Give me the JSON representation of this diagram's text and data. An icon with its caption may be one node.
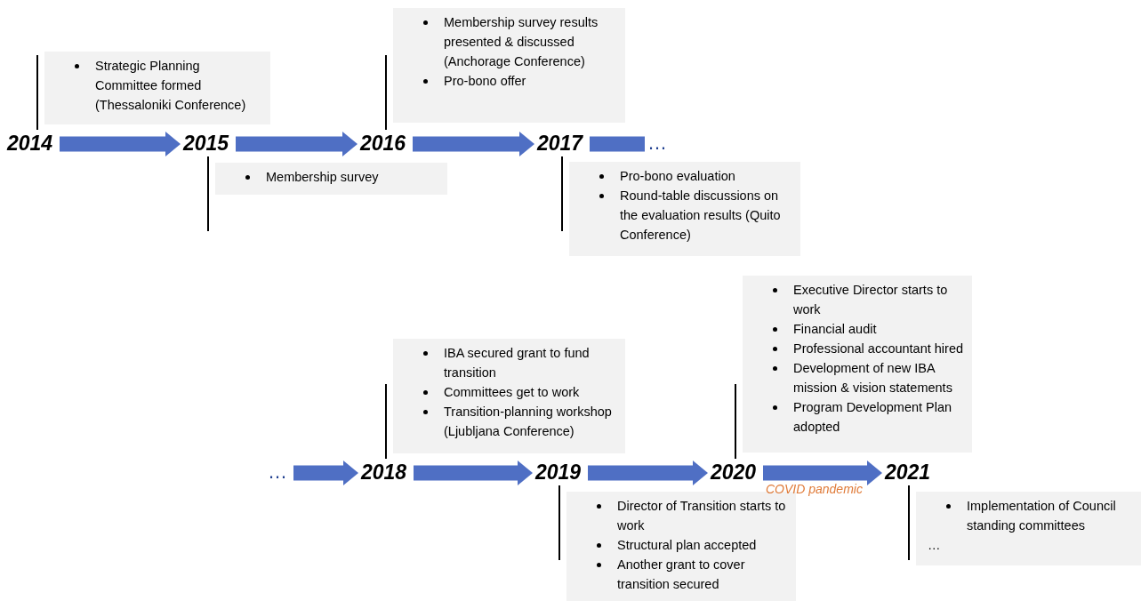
{
  "diagram": {
    "nodes": [
      {
        "text": [
          "2014"
        ]
      },
      {
        "text": [
          "2015"
        ]
      },
      {
        "text": [
          "2016"
        ]
      },
      {
        "text": [
          "2017"
        ]
      },
      {
        "text": [
          "…"
        ]
      },
      {
        "text": [
          "…"
        ]
      },
      {
        "text": [
          "2018"
        ]
      },
      {
        "text": [
          "2019"
        ]
      },
      {
        "text": [
          "2020"
        ]
      },
      {
        "text": [
          "2021"
        ]
      },
      {
        "text": [
          "Strategic Planning Committee formed (Thessaloniki Conference)"
        ]
      },
      {
        "text": [
          "Membership survey results presented & discussed (Anchorage Conference)",
          "Pro-bono offer"
        ]
      },
      {
        "text": [
          "Membership survey"
        ]
      },
      {
        "text": [
          "Pro-bono evaluation",
          "Round-table discussions on the evaluation results (Quito Conference)"
        ]
      },
      {
        "text": [
          "IBA secured grant to fund transition",
          "Committees get to work",
          "Transition-planning workshop (Ljubljana Conference)"
        ]
      },
      {
        "text": [
          "Executive Director starts to work",
          "Financial audit",
          "Professional accountant hired",
          "Development of new IBA mission & vision statements",
          "Program Development Plan adopted"
        ]
      },
      {
        "text": [
          "Director of Transition starts to work",
          "Structural plan accepted",
          "Another grant to cover transition secured"
        ]
      },
      {
        "text": [
          "Implementation of Council standing committees"
        ]
      },
      {
        "text": [
          "…"
        ],
        "in": 17
      }
    ],
    "edges": [
      {
        "from": 0,
        "to": 1,
        "arrow": "to",
        "style": "thick",
        "color": "#4f6fc4"
      },
      {
        "from": 1,
        "to": 2,
        "arrow": "to",
        "style": "thick",
        "color": "#4f6fc4"
      },
      {
        "from": 2,
        "to": 3,
        "arrow": "to",
        "style": "thick",
        "color": "#4f6fc4"
      },
      {
        "from": 3,
        "to": 4,
        "arrow": "none",
        "style": "thick",
        "color": "#4f6fc4"
      },
      {
        "from": 5,
        "to": 6,
        "arrow": "to",
        "style": "thick",
        "color": "#4f6fc4"
      },
      {
        "from": 6,
        "to": 7,
        "arrow": "to",
        "style": "thick",
        "color": "#4f6fc4"
      },
      {
        "from": 7,
        "to": 8,
        "arrow": "to",
        "style": "thick",
        "color": "#4f6fc4"
      },
      {
        "from": 8,
        "to": 9,
        "arrow": "to",
        "style": "thick",
        "color": "#4f6fc4",
        "label": "COVID pandemic"
      },
      {
        "from": 0,
        "to": 10,
        "arrow": "none",
        "color": "#000000"
      },
      {
        "from": 2,
        "to": 11,
        "arrow": "none",
        "color": "#000000"
      },
      {
        "from": 1,
        "to": 12,
        "arrow": "none",
        "color": "#000000"
      },
      {
        "from": 3,
        "to": 13,
        "arrow": "none",
        "color": "#000000"
      },
      {
        "from": 6,
        "to": 14,
        "arrow": "none",
        "color": "#000000"
      },
      {
        "from": 8,
        "to": 15,
        "arrow": "none",
        "color": "#000000"
      },
      {
        "from": 7,
        "to": 16,
        "arrow": "none",
        "color": "#000000"
      },
      {
        "from": 9,
        "to": 17,
        "arrow": "none",
        "color": "#000000"
      }
    ]
  }
}
